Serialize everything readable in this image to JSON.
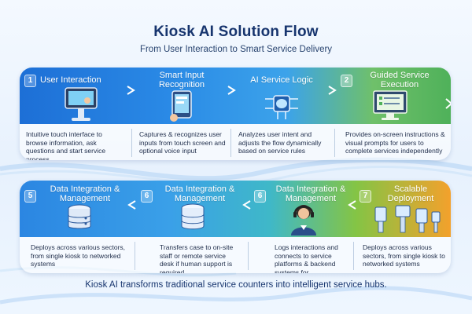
{
  "header": {
    "title": "Kiosk AI Solution Flow",
    "subtitle": "From User Interaction to Smart Service Delivery"
  },
  "row1": [
    {
      "number": "1",
      "title": "User Interaction",
      "icon": "touch-kiosk-icon",
      "description": "Intuitive touch interface to browse information, ask questions and start service process"
    },
    {
      "number": "",
      "title": "Smart Input Recognition",
      "icon": "tablet-touch-icon",
      "description": "Captures & recognizes user inputs from touch screen and optional voice input"
    },
    {
      "number": "",
      "title": "AI Service Logic",
      "icon": "ai-brain-chip-icon",
      "description": "Analyzes user intent and adjusts the flow dynamically based on service rules"
    },
    {
      "number": "2",
      "title": "Guided Service Execution",
      "icon": "monitor-checklist-icon",
      "description": "Provides on-screen instructions & visual prompts for users to complete services independently"
    }
  ],
  "row2": [
    {
      "number": "5",
      "title": "Data Integration & Management",
      "icon": "database-stack-icon",
      "description": "Deploys across various sectors, from single kiosk to networked systems"
    },
    {
      "number": "6",
      "title": "Data Integration & Management",
      "icon": "server-database-icon",
      "description": "Transfers case to on-site staff or remote service desk if human support is required"
    },
    {
      "number": "6",
      "title": "Data Integration & Management",
      "icon": "support-agent-headset-icon",
      "description": "Logs interactions and connects to service platforms & backend systems for"
    },
    {
      "number": "7",
      "title": "Scalable Deployment",
      "icon": "kiosk-network-icon",
      "description": "Deploys across various sectors, from single kiosk to networked systems"
    }
  ],
  "footer": {
    "text": "Kiosk AI transforms traditional service counters into intelligent service hubs."
  }
}
